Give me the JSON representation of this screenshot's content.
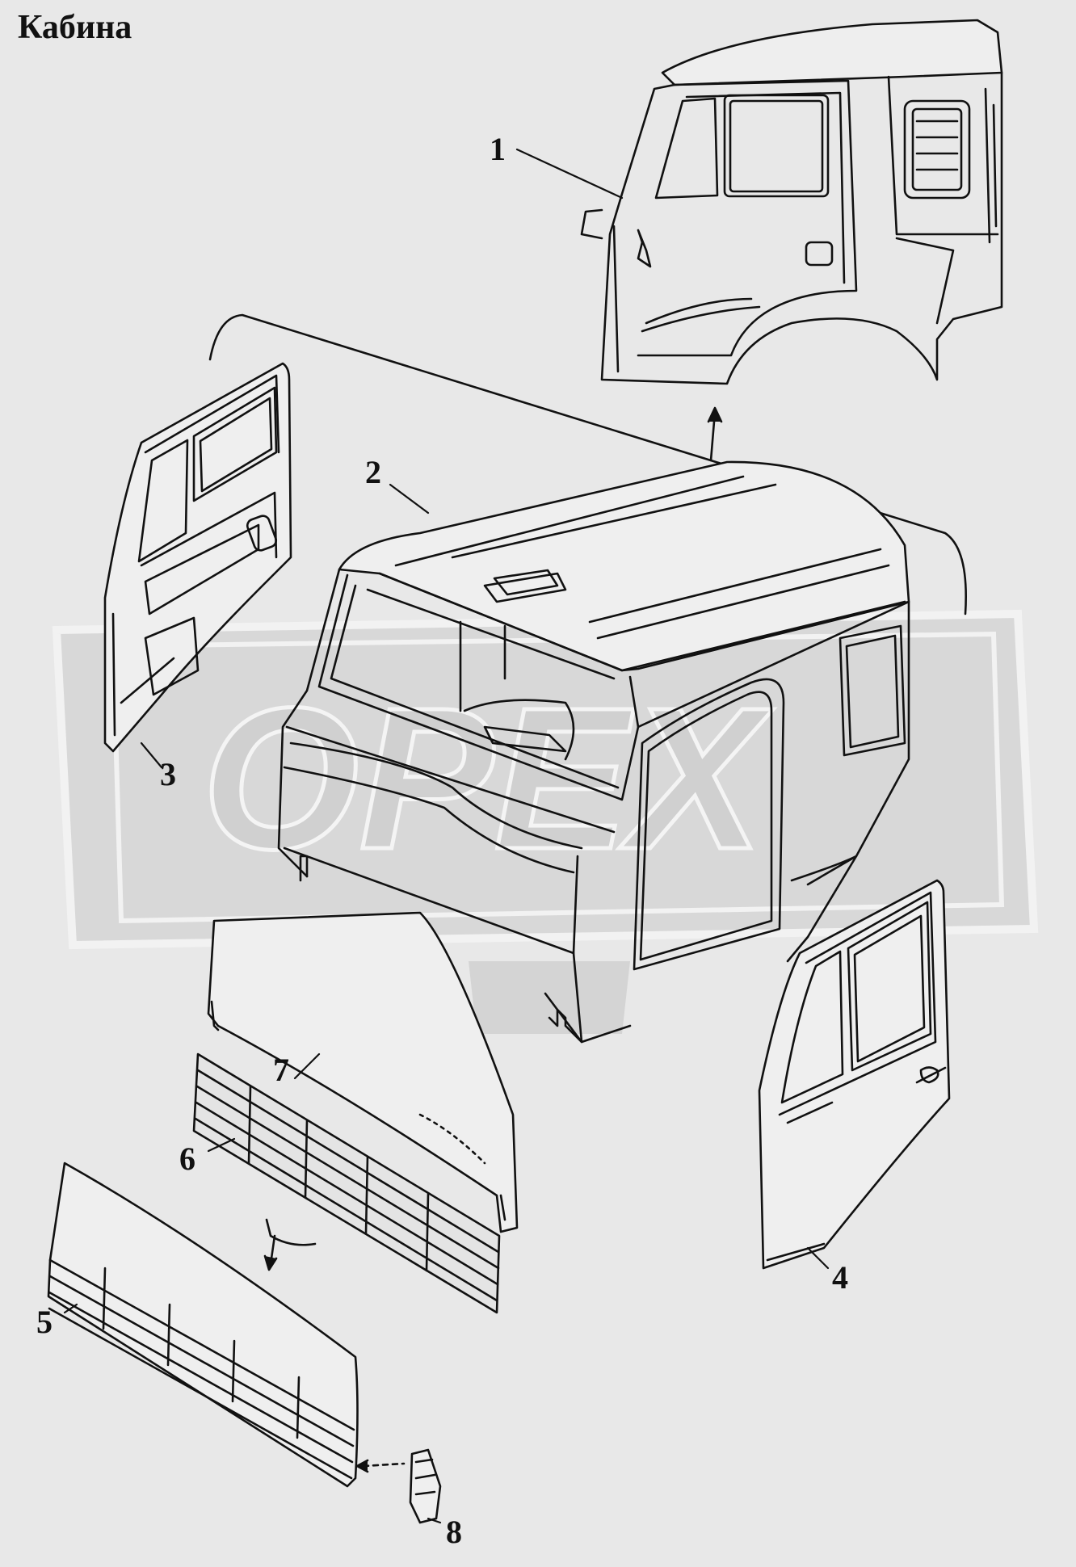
{
  "title": "Кабина",
  "watermark": {
    "text": "ОРЕХ",
    "color": "#d2d2d2"
  },
  "callouts": [
    {
      "id": "1",
      "label": "1"
    },
    {
      "id": "2",
      "label": "2"
    },
    {
      "id": "3",
      "label": "3"
    },
    {
      "id": "4",
      "label": "4"
    },
    {
      "id": "5",
      "label": "5"
    },
    {
      "id": "6",
      "label": "6"
    },
    {
      "id": "7",
      "label": "7"
    },
    {
      "id": "8",
      "label": "8"
    }
  ],
  "colors": {
    "background": "#e8e8e8",
    "line": "#111111"
  }
}
